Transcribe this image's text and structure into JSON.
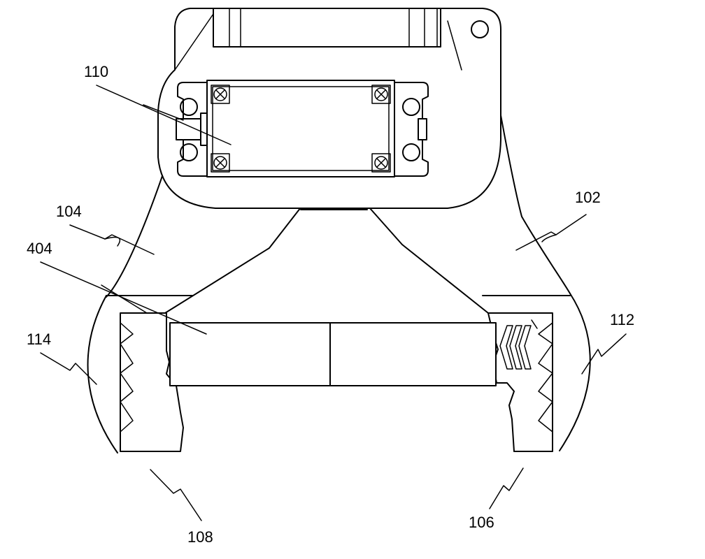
{
  "figure": {
    "labels": {
      "l102": "102",
      "l104": "104",
      "l106": "106",
      "l108": "108",
      "l110": "110",
      "l112": "112",
      "l114": "114",
      "l404": "404"
    },
    "colors": {
      "line": "#000000",
      "background": "#ffffff"
    }
  }
}
